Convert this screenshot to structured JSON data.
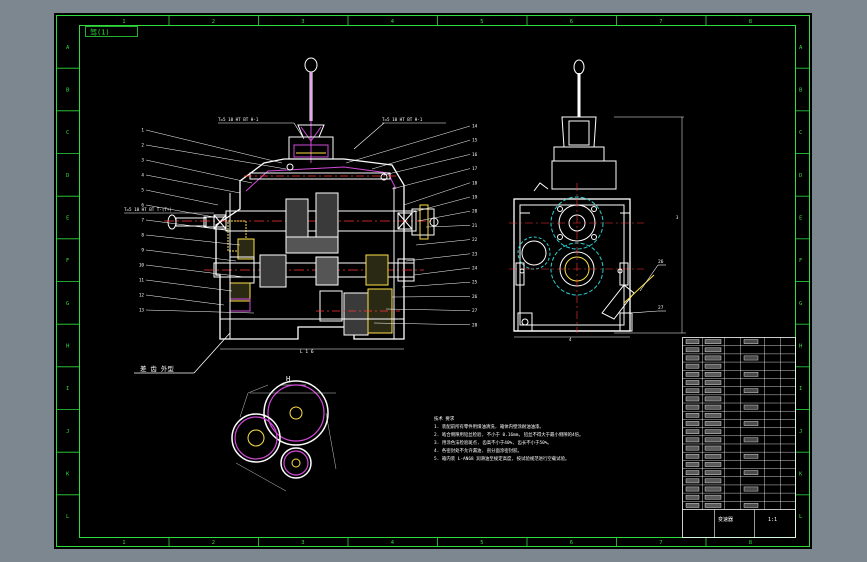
{
  "colors": {
    "background": "#7d8790",
    "sheet": "#000000",
    "border": "#2fdc3e",
    "outline": "#ffffff",
    "section": "#d04ad8",
    "gear": "#ffe04a",
    "center": "#ff3333",
    "dim": "#4aa0ff",
    "hidden": "#2ad0d0"
  },
  "frame": {
    "title_tag": "驾(1)",
    "col_labels": [
      "1",
      "2",
      "3",
      "4",
      "5",
      "6",
      "7",
      "8"
    ],
    "row_labels": [
      "A",
      "B",
      "C",
      "D",
      "E",
      "F",
      "G",
      "H",
      "I",
      "J",
      "K",
      "L"
    ]
  },
  "section_view": {
    "label": "差 齿 外型",
    "spec_left": "T=5 10  HT  BT  T-(T+)",
    "spec_top_left": "T=5 10  HT  BT  H-1",
    "spec_top_right": "T=5 10  HT  BT  H-1",
    "bottom_dim": "L 1 6",
    "left_callouts": [
      "1",
      "2",
      "3",
      "4",
      "5",
      "6",
      "7",
      "8",
      "9",
      "10",
      "11",
      "12",
      "13"
    ],
    "right_callouts": [
      "14",
      "15",
      "16",
      "17",
      "18",
      "19",
      "20",
      "21",
      "22",
      "23",
      "24",
      "25",
      "26",
      "27",
      "28"
    ]
  },
  "side_view": {
    "callouts": [
      "26",
      "27"
    ],
    "dims": [
      "3",
      "4"
    ]
  },
  "gear_view": {
    "label": "H"
  },
  "tech_notes": [
    "技术 要求",
    "1. 装配前所有零件用煤油清洗, 箱体内壁涂耐油油漆。",
    "2. 啮合侧隙用铅丝检验, 不小于 0.16mm, 铅丝不得大于最小侧隙的4倍。",
    "3. 用涂色法检验斑点, 齿高不小于40%, 齿长不小于50%。",
    "4. 各密封处不允许漏油, 剖分面涂密封胶。",
    "5. 箱内装 L-AN68 润滑油至规定高度, 按试验规范进行空载试验。"
  ],
  "title_block": {
    "drawing_title": "变速器",
    "scale": "1:1",
    "row_count": 21
  }
}
